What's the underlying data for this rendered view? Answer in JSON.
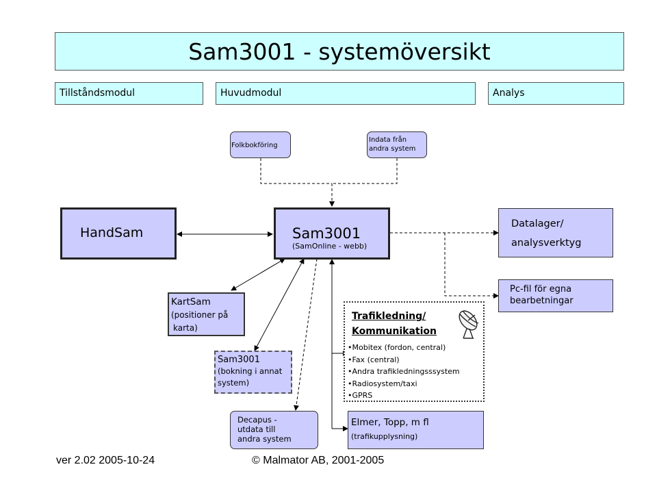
{
  "title": "Sam3001 - systemöversikt",
  "modules": {
    "left": "Tillståndsmodul",
    "center": "Huvudmodul",
    "right": "Analys"
  },
  "inputs": {
    "folkbok": "Folkbokföring",
    "indata_line1": "Indata från",
    "indata_line2": "andra system"
  },
  "handsam": "HandSam",
  "main": {
    "title": "Sam3001",
    "subtitle": "(SamOnline - webb)"
  },
  "datalager": {
    "line1": "Datalager/",
    "line2": "analysverktyg"
  },
  "pcfil": {
    "line1": "Pc-fil för egna",
    "line2": "bearbetningar"
  },
  "kartsam": {
    "line1": "KartSam",
    "line2": "(positioner på",
    "line3": "karta)"
  },
  "sam_other": {
    "line1": "Sam3001",
    "line2": "(bokning i annat",
    "line3": "system)"
  },
  "decapus": {
    "line1": "Decapus -",
    "line2": "utdata till",
    "line3": "andra system"
  },
  "traffic": {
    "title_line1": "Trafikledning/",
    "title_line2": "Kommunikation",
    "items": [
      "Mobitex (fordon, central)",
      "Fax (central)",
      "Andra trafikledningsssystem",
      "Radiosystem/taxi",
      "GPRS"
    ]
  },
  "elmer": {
    "line1": "Elmer, Topp, m fl",
    "line2": "(trafikupplysning)"
  },
  "footer": {
    "version": "ver 2.02 2005-10-24",
    "copyright": "© Malmator AB, 2001-2005"
  },
  "colors": {
    "title_bg": "#ccffff",
    "box_fill": "#ccccff"
  },
  "icons": {
    "traffic": "satellite-dish-icon"
  }
}
